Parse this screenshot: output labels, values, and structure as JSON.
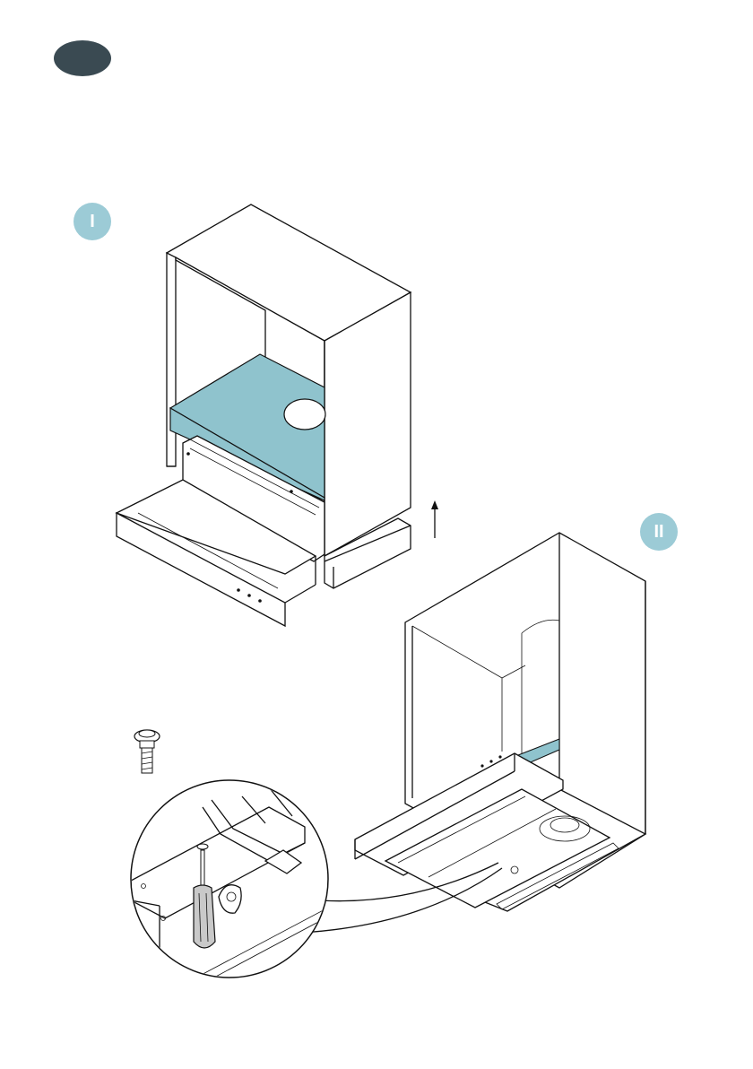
{
  "labels": {
    "step1": "I",
    "step2": "II"
  },
  "colors": {
    "badge": "#3a4a52",
    "label_fill": "#9ccbd6",
    "accent_panel": "#8fc3cd"
  },
  "icons": {
    "step_badge": "step-number-badge",
    "screw": "screw-icon",
    "screwdriver": "screwdriver-icon",
    "arrow": "arrow-up-icon"
  }
}
